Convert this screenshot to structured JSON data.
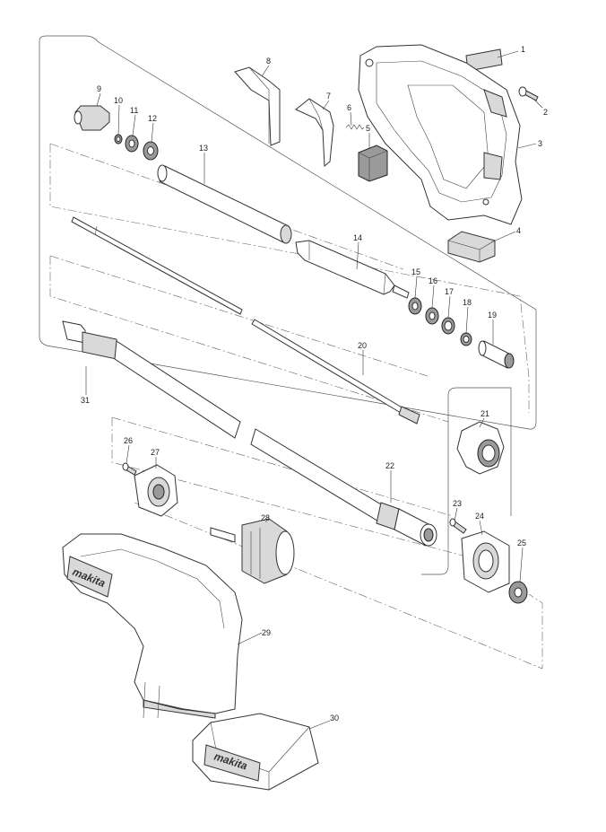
{
  "callouts": [
    {
      "id": "1",
      "label": "1"
    },
    {
      "id": "2",
      "label": "2"
    },
    {
      "id": "3",
      "label": "3"
    },
    {
      "id": "4",
      "label": "4"
    },
    {
      "id": "5",
      "label": "5"
    },
    {
      "id": "6",
      "label": "6"
    },
    {
      "id": "7",
      "label": "7"
    },
    {
      "id": "8",
      "label": "8"
    },
    {
      "id": "9",
      "label": "9"
    },
    {
      "id": "10",
      "label": "10"
    },
    {
      "id": "11",
      "label": "11"
    },
    {
      "id": "12",
      "label": "12"
    },
    {
      "id": "13",
      "label": "13"
    },
    {
      "id": "14",
      "label": "14"
    },
    {
      "id": "15",
      "label": "15"
    },
    {
      "id": "16",
      "label": "16"
    },
    {
      "id": "17",
      "label": "17"
    },
    {
      "id": "18",
      "label": "18"
    },
    {
      "id": "19",
      "label": "19"
    },
    {
      "id": "20",
      "label": "20"
    },
    {
      "id": "21",
      "label": "21"
    },
    {
      "id": "22",
      "label": "22"
    },
    {
      "id": "23",
      "label": "23"
    },
    {
      "id": "24",
      "label": "24"
    },
    {
      "id": "25",
      "label": "25"
    },
    {
      "id": "26",
      "label": "26"
    },
    {
      "id": "27",
      "label": "27"
    },
    {
      "id": "28",
      "label": "28"
    },
    {
      "id": "29",
      "label": "29"
    },
    {
      "id": "30",
      "label": "30"
    },
    {
      "id": "31",
      "label": "31"
    }
  ],
  "logo_text": "makita",
  "colors": {
    "line": "#333333",
    "fill_light": "#d9d9d9",
    "fill_dark": "#9a9a9a",
    "background": "#ffffff"
  }
}
